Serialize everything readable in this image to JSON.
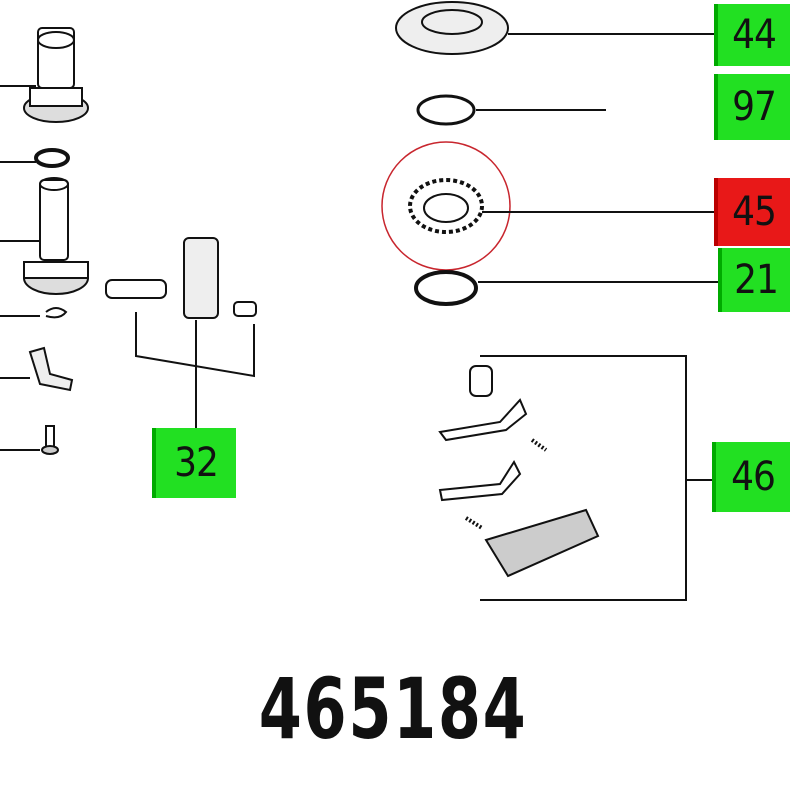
{
  "part_number": "465184",
  "callouts": [
    {
      "label": "44",
      "status": "available",
      "color": "#22e022"
    },
    {
      "label": "97",
      "status": "available",
      "color": "#22e022"
    },
    {
      "label": "45",
      "status": "selected",
      "color": "#e81818"
    },
    {
      "label": "21",
      "status": "available",
      "color": "#22e022"
    },
    {
      "label": "32",
      "status": "available",
      "color": "#22e022"
    },
    {
      "label": "46",
      "status": "available",
      "color": "#22e022"
    }
  ]
}
